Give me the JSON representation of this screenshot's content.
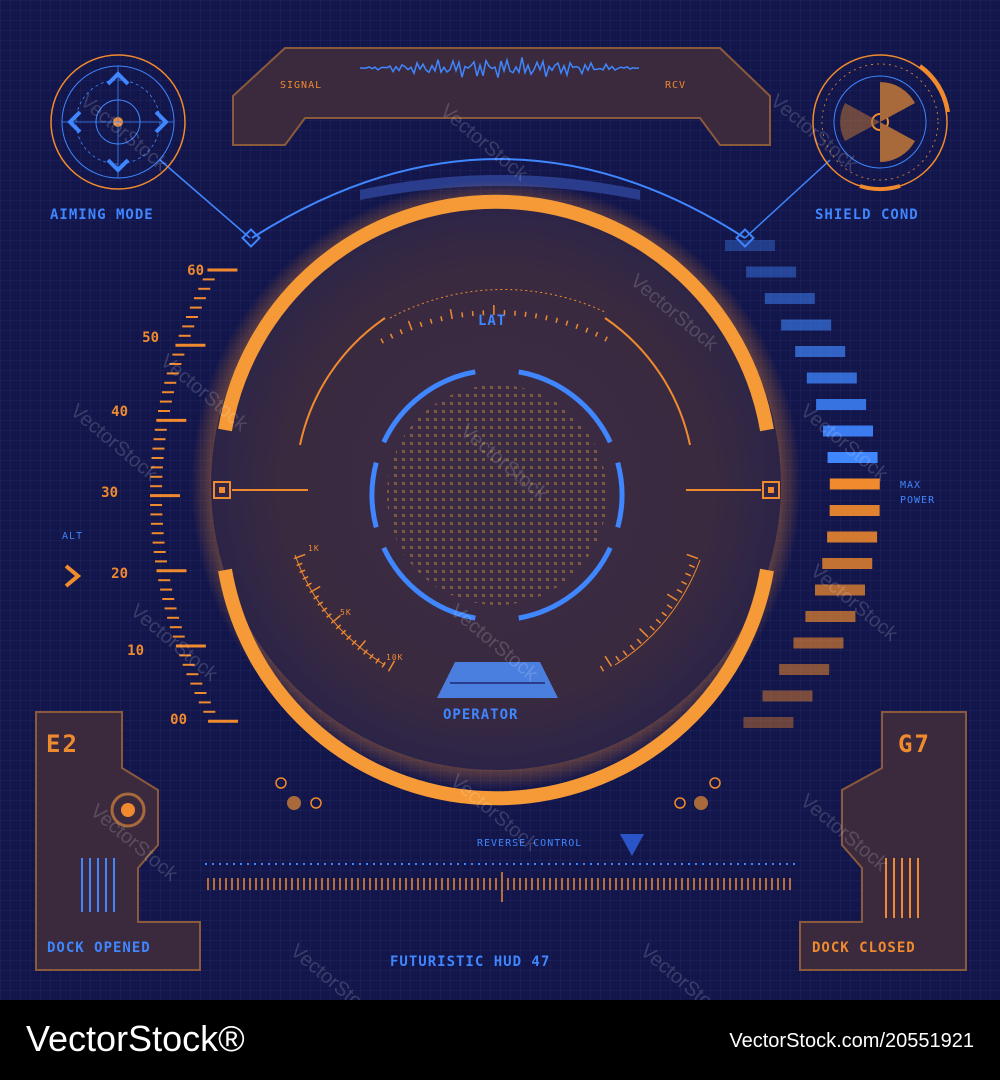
{
  "signal_panel": {
    "left_label": "SIGNAL",
    "right_label": "RCV"
  },
  "aiming": {
    "label": "AIMING MODE"
  },
  "shield": {
    "label": "SHIELD COND"
  },
  "altimeter": {
    "label": "ALT",
    "ticks": [
      "60",
      "50",
      "40",
      "30",
      "20",
      "10",
      "00"
    ],
    "current": "20"
  },
  "center": {
    "lat_label": "LAT",
    "operator_label": "OPERATOR",
    "gauge_left_ticks": [
      "1K",
      "5K",
      "10K"
    ]
  },
  "power": {
    "label_line1": "MAX",
    "label_line2": "POWER"
  },
  "dock_left": {
    "code": "E2",
    "label": "DOCK OPENED"
  },
  "dock_right": {
    "code": "G7",
    "label": "DOCK CLOSED"
  },
  "reverse": {
    "label": "REVERSE CONTROL"
  },
  "title": "FUTURISTIC HUD 47",
  "watermark": "VectorStock",
  "footer": {
    "logo": "VectorStock®",
    "image_id": "VectorStock.com/20551921"
  },
  "colors": {
    "background": "#13164a",
    "accent_orange": "#f08a2e",
    "accent_blue": "#3f86ff",
    "panel_fill": "#3b2a3d"
  }
}
